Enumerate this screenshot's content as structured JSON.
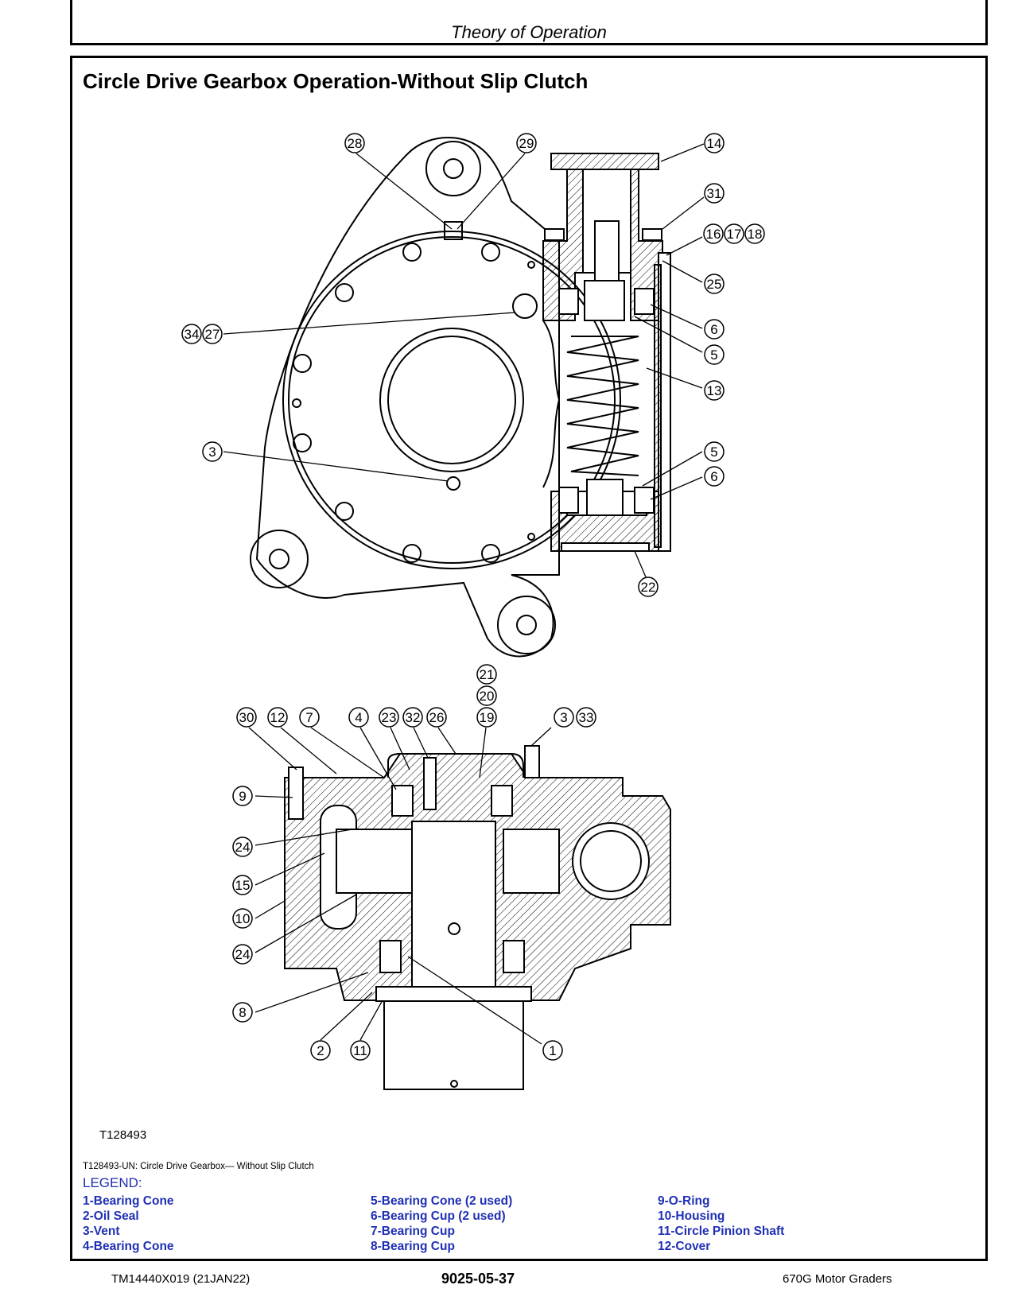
{
  "header": {
    "title": "Theory of Operation"
  },
  "section": {
    "title": "Circle Drive Gearbox Operation-Without Slip Clutch"
  },
  "figure": {
    "id": "T128493",
    "caption": "T128493-UN: Circle Drive Gearbox— Without Slip Clutch",
    "callouts_top": [
      "28",
      "29",
      "14",
      "31",
      "16",
      "17",
      "18",
      "25",
      "6",
      "5",
      "13",
      "5",
      "6",
      "22",
      "34",
      "27",
      "3"
    ],
    "callouts_bottom": [
      "21",
      "20",
      "30",
      "12",
      "7",
      "4",
      "23",
      "32",
      "26",
      "19",
      "3",
      "33",
      "9",
      "24",
      "15",
      "10",
      "24",
      "8",
      "2",
      "11",
      "1"
    ]
  },
  "legend": {
    "title": "LEGEND:",
    "col1": [
      "1-Bearing Cone",
      "2-Oil Seal",
      "3-Vent",
      "4-Bearing Cone"
    ],
    "col2": [
      "5-Bearing Cone (2 used)",
      "6-Bearing Cup (2 used)",
      "7-Bearing Cup",
      "8-Bearing Cup"
    ],
    "col3": [
      "9-O-Ring",
      "10-Housing",
      "11-Circle Pinion Shaft",
      "12-Cover"
    ]
  },
  "footer": {
    "left": "TM14440X019 (21JAN22)",
    "center": "9025-05-37",
    "right": "670G Motor Graders"
  }
}
